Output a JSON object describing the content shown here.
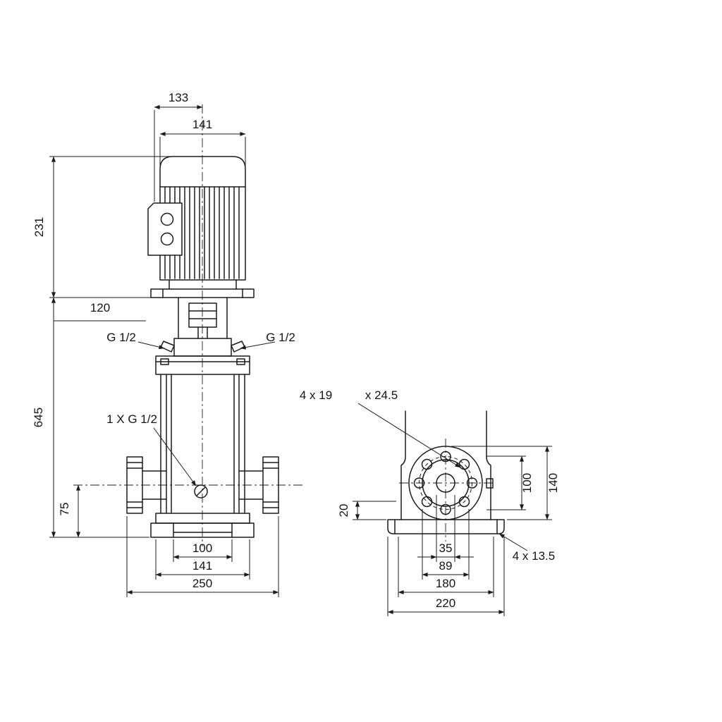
{
  "colors": {
    "ink": "#1b1b1b",
    "background": "#ffffff"
  },
  "front": {
    "dim_motor_depth": "133",
    "dim_motor_width": "141",
    "dim_motor_height": "231",
    "dim_120": "120",
    "dim_total_height": "645",
    "label_plug_left": "G 1/2",
    "label_plug_right": "G 1/2",
    "label_drain": "1 X G 1/2",
    "dim_port_height": "75",
    "dim_100": "100",
    "dim_base_width": "141",
    "dim_flange_span": "250"
  },
  "side": {
    "label_flange_holes": "4 x 19",
    "label_counterbore": "x 24.5",
    "dim_base_thickness": "20",
    "dim_bolt_circle": "100",
    "dim_flange_od": "140",
    "dim_bore": "35",
    "dim_raised_face": "89",
    "dim_hole_spacing": "180",
    "dim_base_length": "220",
    "label_base_holes": "4 x 13.5"
  }
}
